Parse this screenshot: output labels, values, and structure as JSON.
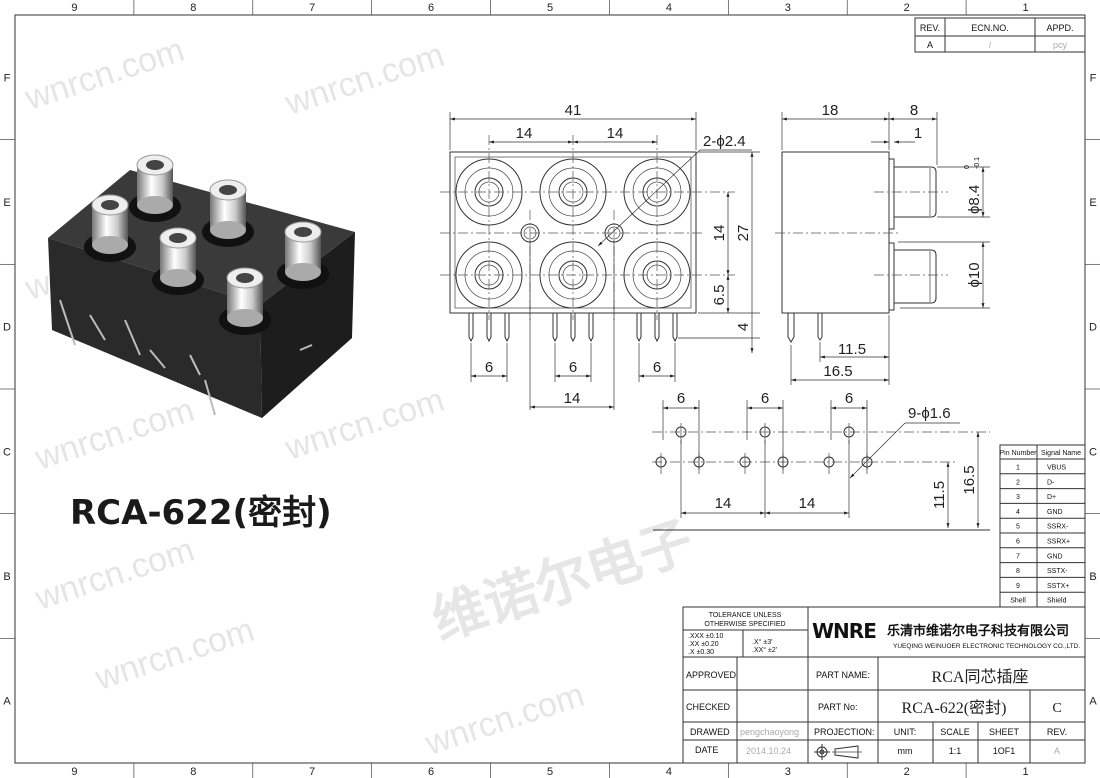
{
  "frame": {
    "columns": [
      "9",
      "8",
      "7",
      "6",
      "5",
      "4",
      "3",
      "2",
      "1"
    ],
    "rows": [
      "F",
      "E",
      "D",
      "C",
      "B",
      "A"
    ]
  },
  "revision_table": {
    "headers": [
      "REV.",
      "ECN.NO.",
      "APPD."
    ],
    "row": [
      "A",
      "/",
      "pcy"
    ]
  },
  "product_title": "RCA-622(密封)",
  "front_view": {
    "width": "41",
    "spacing_top_1": "14",
    "spacing_top_2": "14",
    "holes": "2-ϕ2.4",
    "row_pitch": "14",
    "height": "27",
    "bottom_offset": "6.5",
    "pin_length": "4",
    "pin_pitch_1": "6",
    "pin_pitch_2": "6",
    "pin_pitch_3": "6",
    "hole_pitch": "14"
  },
  "side_view": {
    "depth": "18",
    "jack_length": "8",
    "flange": "1",
    "jack_dia_top": "ϕ8.4",
    "jack_tol_upper": "0",
    "jack_tol_lower": "-0.1",
    "jack_dia_bottom": "ϕ10",
    "pin_offset_1": "11.5",
    "pin_offset_2": "16.5"
  },
  "footprint": {
    "pitch_1": "6",
    "pitch_2": "6",
    "pitch_3": "6",
    "holes": "9-ϕ1.6",
    "span_1": "14",
    "span_2": "14",
    "row_1": "11.5",
    "row_2": "16.5"
  },
  "pin_table": {
    "headers": [
      "Pin Number",
      "Signal Name"
    ],
    "rows": [
      [
        "1",
        "VBUS"
      ],
      [
        "2",
        "D-"
      ],
      [
        "3",
        "D+"
      ],
      [
        "4",
        "GND"
      ],
      [
        "5",
        "SSRX-"
      ],
      [
        "6",
        "SSRX+"
      ],
      [
        "7",
        "GND"
      ],
      [
        "8",
        "SSTX-"
      ],
      [
        "9",
        "SSTX+"
      ],
      [
        "Shell",
        "Shield"
      ]
    ]
  },
  "title_block": {
    "tolerance_title_1": "TOLERANCE  UNLESS",
    "tolerance_title_2": "OTHERWISE  SPECIFIED",
    "tol": [
      ".XXX  ±0.10",
      ".XX    ±0.20",
      ".X      ±0.30"
    ],
    "ang": [
      ".X°    ±3'",
      ".XX°  ±2'"
    ],
    "logo": "WNRE",
    "company_cn": "乐清市维诺尔电子科技有限公司",
    "company_en": "YUEQING WEINUOER ELECTRONIC TECHNOLOGY CO.,LTD.",
    "approved_label": "APPROVED",
    "checked_label": "CHECKED",
    "drawed_label": "DRAWED",
    "drawed_value": "pengchaoyong",
    "date_label": "DATE",
    "date_value": "2014.10.24",
    "part_name_label": "PART  NAME:",
    "part_name": "RCA同芯插座",
    "part_no_label": "PART  No:",
    "part_no": "RCA-622(密封)",
    "part_rev": "C",
    "projection_label": "PROJECTION:",
    "unit_label": "UNIT:",
    "unit": "mm",
    "scale_label": "SCALE",
    "scale": "1:1",
    "sheet_label": "SHEET",
    "sheet": "1OF1",
    "rev_label": "REV.",
    "rev": "A"
  },
  "watermark": {
    "url": "wnrcn.com",
    "cn": "维诺尔电子"
  },
  "colors": {
    "line": "#333333",
    "body": "#2b2b2b",
    "watermark": "#d4d4d4"
  }
}
